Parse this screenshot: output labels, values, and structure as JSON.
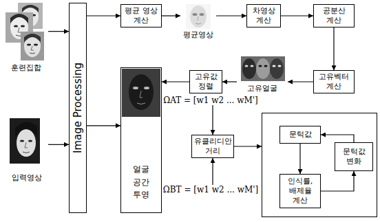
{
  "diagram": {
    "nodes": [
      {
        "text": [
          "훈련집합"
        ]
      },
      {
        "text": [
          "입력영상"
        ]
      },
      {
        "text": [
          "Image Processing"
        ]
      },
      {
        "text": [
          "평균 영상 계산"
        ]
      },
      {
        "text": [
          "평균영상"
        ]
      },
      {
        "text": [
          "차영상 계산"
        ]
      },
      {
        "text": [
          "공분산 계산"
        ]
      },
      {
        "text": [
          "얼굴 공간 투영"
        ]
      },
      {
        "text": [
          "고유값 정렬"
        ]
      },
      {
        "text": [
          "고유얼굴"
        ]
      },
      {
        "text": [
          "고유벡터 계산"
        ]
      },
      {
        "text": [
          "유클리디안 거리"
        ]
      },
      {
        "text": []
      },
      {
        "text": [
          "문턱값"
        ],
        "in": 12
      },
      {
        "text": [
          "문턱값 변화"
        ],
        "in": 12
      },
      {
        "text": [
          "인식률, 배제율 계산"
        ],
        "in": 12
      }
    ],
    "edges": [
      {
        "from": 0,
        "to": 2,
        "arrow": "to"
      },
      {
        "from": 1,
        "to": 2,
        "arrow": "to"
      },
      {
        "from": 2,
        "to": 3,
        "arrow": "to"
      },
      {
        "from": 3,
        "to": 4,
        "arrow": "to"
      },
      {
        "from": 4,
        "to": 5,
        "arrow": "to"
      },
      {
        "from": 5,
        "to": 6,
        "arrow": "to"
      },
      {
        "from": 6,
        "to": 10,
        "arrow": "to"
      },
      {
        "from": 10,
        "to": 9,
        "arrow": "to"
      },
      {
        "from": 9,
        "to": 8,
        "arrow": "to"
      },
      {
        "from": 8,
        "to": 7,
        "arrow": "to"
      },
      {
        "from": 2,
        "to": 7,
        "arrow": "to"
      },
      {
        "from": 7,
        "to": 11,
        "label": "ΩAT = [w1 w2 ... wM']",
        "arrow": "to"
      },
      {
        "from": 7,
        "to": 11,
        "label": "ΩBT = [w1 w2 ... wM']",
        "arrow": "to"
      },
      {
        "from": 11,
        "to": 12,
        "arrow": "to"
      },
      {
        "from": 13,
        "to": 15,
        "arrow": "to"
      },
      {
        "from": 15,
        "to": 14,
        "arrow": "to"
      },
      {
        "from": 14,
        "to": 13,
        "arrow": "to"
      }
    ]
  }
}
